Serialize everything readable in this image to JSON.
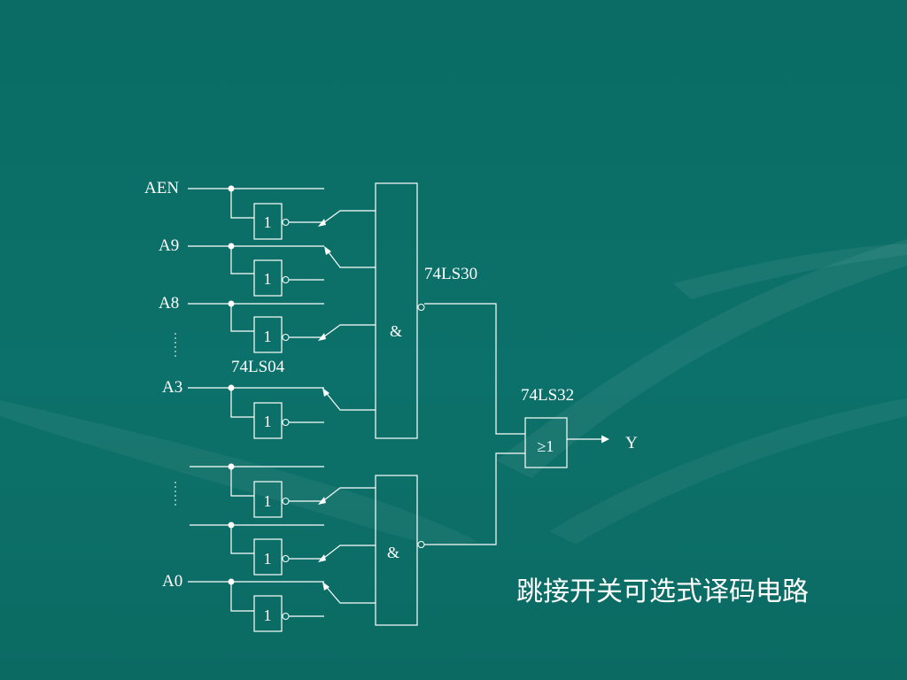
{
  "signals": {
    "aen": "AEN",
    "a9": "A9",
    "a8": "A8",
    "a3": "A3",
    "a0": "A0",
    "y": "Y"
  },
  "chips": {
    "inverter_chip": "74LS04",
    "nand_chip": "74LS30",
    "or_chip": "74LS32"
  },
  "gate_symbols": {
    "inverter": "1",
    "and": "&",
    "or": "≥1"
  },
  "caption": "跳接开关可选式译码电路",
  "colors": {
    "background": "#0b6e66",
    "line": "#ffffff"
  }
}
